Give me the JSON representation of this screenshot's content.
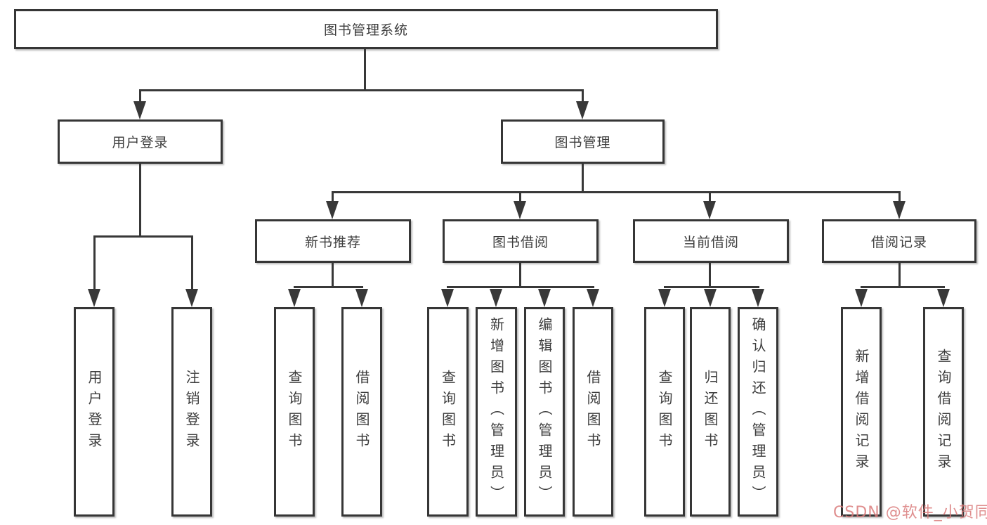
{
  "tree": {
    "label": "图书管理系统",
    "children": [
      {
        "label": "用户登录",
        "children": [
          {
            "label": "用户登录"
          },
          {
            "label": "注销登录"
          }
        ]
      },
      {
        "label": "图书管理",
        "children": [
          {
            "label": "新书推荐",
            "children": [
              {
                "label": "查询图书"
              },
              {
                "label": "借阅图书"
              }
            ]
          },
          {
            "label": "图书借阅",
            "children": [
              {
                "label": "查询图书"
              },
              {
                "label": "新增图书（管理员）"
              },
              {
                "label": "编辑图书（管理员）"
              },
              {
                "label": "借阅图书"
              }
            ]
          },
          {
            "label": "当前借阅",
            "children": [
              {
                "label": "查询图书"
              },
              {
                "label": "归还图书"
              },
              {
                "label": "确认归还（管理员）"
              }
            ]
          },
          {
            "label": "借阅记录",
            "children": [
              {
                "label": "新增借阅记录"
              },
              {
                "label": "查询借阅记录"
              }
            ]
          }
        ]
      }
    ]
  },
  "watermark": {
    "text": "CSDN @软件_小贺同学",
    "color": "#d97a7a"
  },
  "colors": {
    "line": "#383838",
    "box_border": "#363636",
    "text": "#3d3d3d",
    "background": "#ffffff"
  }
}
